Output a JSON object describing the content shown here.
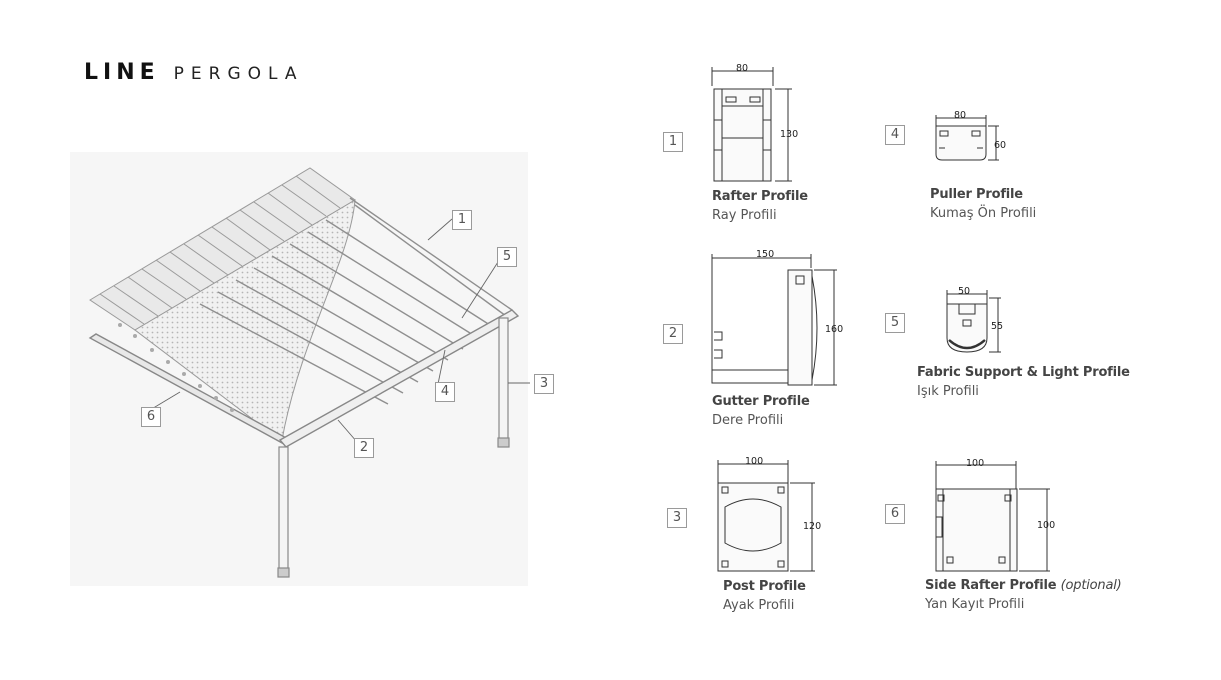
{
  "brand": {
    "line": "LINE",
    "pergola": "PERGOLA"
  },
  "callouts": [
    "1",
    "2",
    "3",
    "4",
    "5",
    "6"
  ],
  "profiles": [
    {
      "num": "1",
      "title": "Rafter Profile",
      "optional": "",
      "subtitle": "Ray Profili",
      "width": "80",
      "height": "130"
    },
    {
      "num": "2",
      "title": "Gutter Profile",
      "optional": "",
      "subtitle": "Dere Profili",
      "width": "150",
      "height": "160"
    },
    {
      "num": "3",
      "title": "Post Profile",
      "optional": "",
      "subtitle": "Ayak Profili",
      "width": "100",
      "height": "120"
    },
    {
      "num": "4",
      "title": "Puller Profile",
      "optional": "",
      "subtitle": "Kumaş Ön Profili",
      "width": "80",
      "height": "60"
    },
    {
      "num": "5",
      "title": "Fabric Support & Light Profile",
      "optional": "",
      "subtitle": "Işık Profili",
      "width": "50",
      "height": "55"
    },
    {
      "num": "6",
      "title": "Side Rafter Profile",
      "optional": "(optional)",
      "subtitle": "Yan Kayıt Profili",
      "width": "100",
      "height": "100"
    }
  ]
}
